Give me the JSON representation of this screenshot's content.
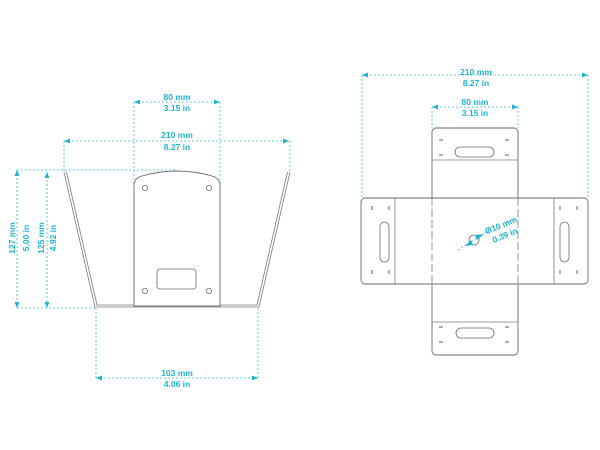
{
  "colors": {
    "dimension": "#1fb3d3",
    "outline": "#6a6a6a",
    "background": "#ffffff"
  },
  "side_view": {
    "top_width": {
      "mm": "80 mm",
      "in": "3.15 in"
    },
    "overall_width": {
      "mm": "210 mm",
      "in": "8.27 in"
    },
    "overall_height": {
      "mm": "127 mm",
      "in": "5.00 in"
    },
    "inner_height": {
      "mm": "125 mm",
      "in": "4.92 in"
    },
    "base_width": {
      "mm": "103 mm",
      "in": "4.06 in"
    }
  },
  "top_view": {
    "overall_width": {
      "mm": "210 mm",
      "in": "8.27 in"
    },
    "center_width": {
      "mm": "80 mm",
      "in": "3.15 in"
    },
    "hole_diameter": {
      "mm": "Ø10 mm",
      "in": "0.39 in"
    }
  }
}
